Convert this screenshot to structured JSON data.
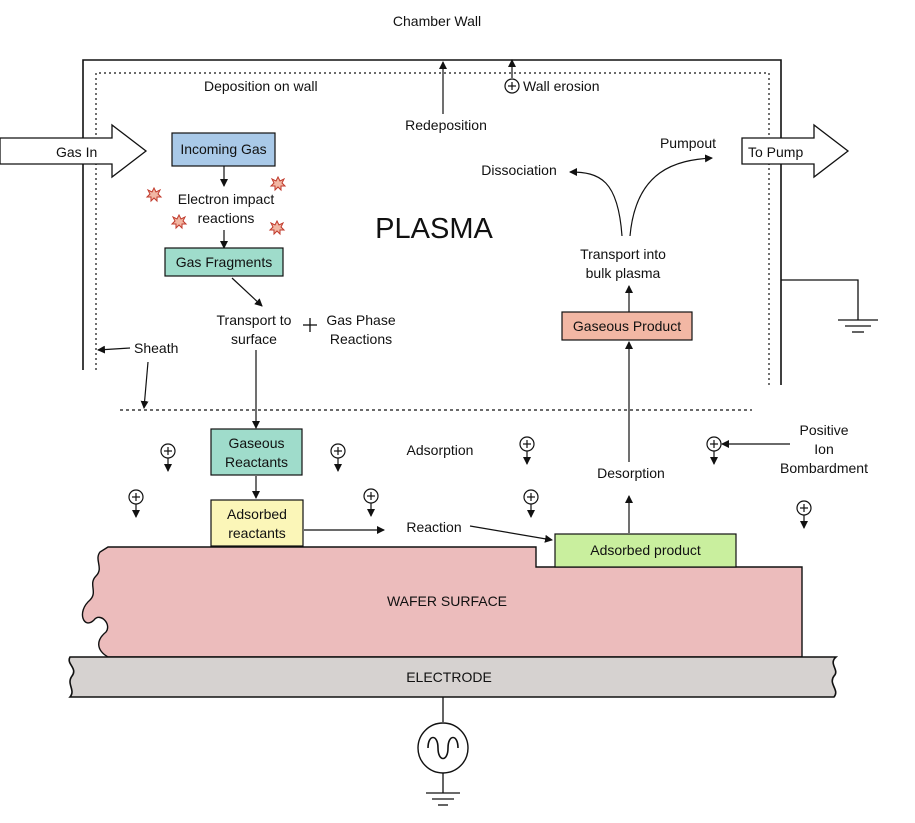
{
  "labels": {
    "chamber_wall": "Chamber Wall",
    "deposition_on_wall": "Deposition on wall",
    "redeposition": "Redeposition",
    "wall_erosion": "Wall erosion",
    "gas_in": "Gas In",
    "to_pump": "To Pump",
    "plasma": "PLASMA",
    "electron_impact_1": "Electron impact",
    "electron_impact_2": "reactions",
    "transport_surface_1": "Transport to",
    "transport_surface_2": "surface",
    "gas_phase_1": "Gas Phase",
    "gas_phase_2": "Reactions",
    "sheath": "Sheath",
    "dissociation": "Dissociation",
    "pumpout": "Pumpout",
    "transport_bulk_1": "Transport into",
    "transport_bulk_2": "bulk plasma",
    "adsorption": "Adsorption",
    "desorption": "Desorption",
    "reaction": "Reaction",
    "positive_1": "Positive",
    "positive_2": "Ion",
    "positive_3": "Bombardment",
    "wafer_surface": "WAFER SURFACE",
    "electrode": "ELECTRODE"
  },
  "boxes": {
    "incoming_gas": "Incoming Gas",
    "gas_fragments": "Gas Fragments",
    "gaseous_reactants_1": "Gaseous",
    "gaseous_reactants_2": "Reactants",
    "adsorbed_reactants_1": "Adsorbed",
    "adsorbed_reactants_2": "reactants",
    "adsorbed_product": "Adsorbed product",
    "gaseous_product": "Gaseous Product"
  },
  "colors": {
    "incoming_gas": "#a9c9e8",
    "gas_fragments": "#9fdccb",
    "gaseous_reactants": "#9fdccb",
    "adsorbed_reactants": "#fbf6b8",
    "adsorbed_product": "#c9ef9e",
    "gaseous_product": "#f2b7a4",
    "wafer": "#ecbcbc",
    "electrode": "#d6d2d0",
    "star": "#f2b7a4"
  }
}
